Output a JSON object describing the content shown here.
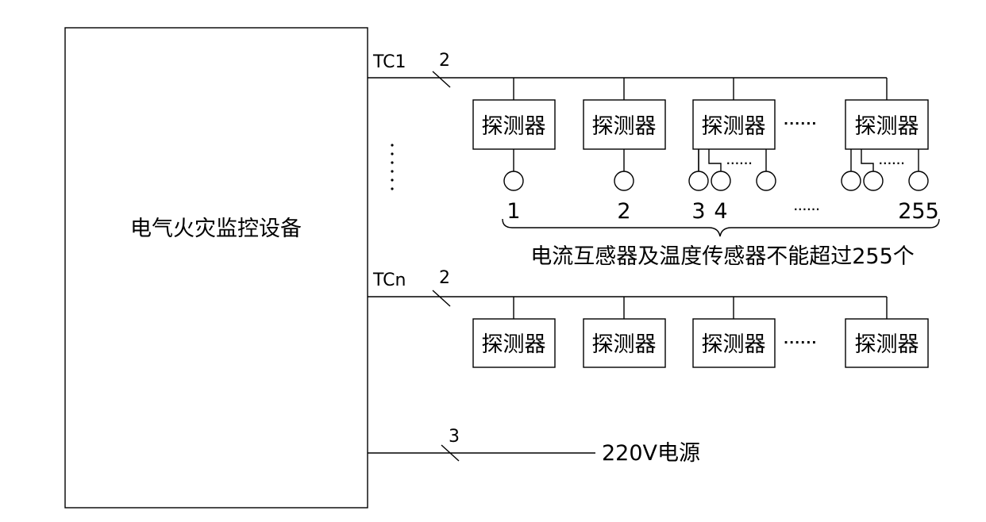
{
  "device": {
    "label": "电气火灾监控设备"
  },
  "bus1": {
    "name": "TC1",
    "wire_count": "2"
  },
  "busn": {
    "name": "TCn",
    "wire_count": "2"
  },
  "power": {
    "label": "220V电源",
    "wire_count": "3"
  },
  "detector_label": "探测器",
  "ellipsis": "······",
  "sensor_numbers": [
    "1",
    "2",
    "3",
    "4",
    "255"
  ],
  "sensor_note": "电流互感器及温度传感器不能超过255个"
}
